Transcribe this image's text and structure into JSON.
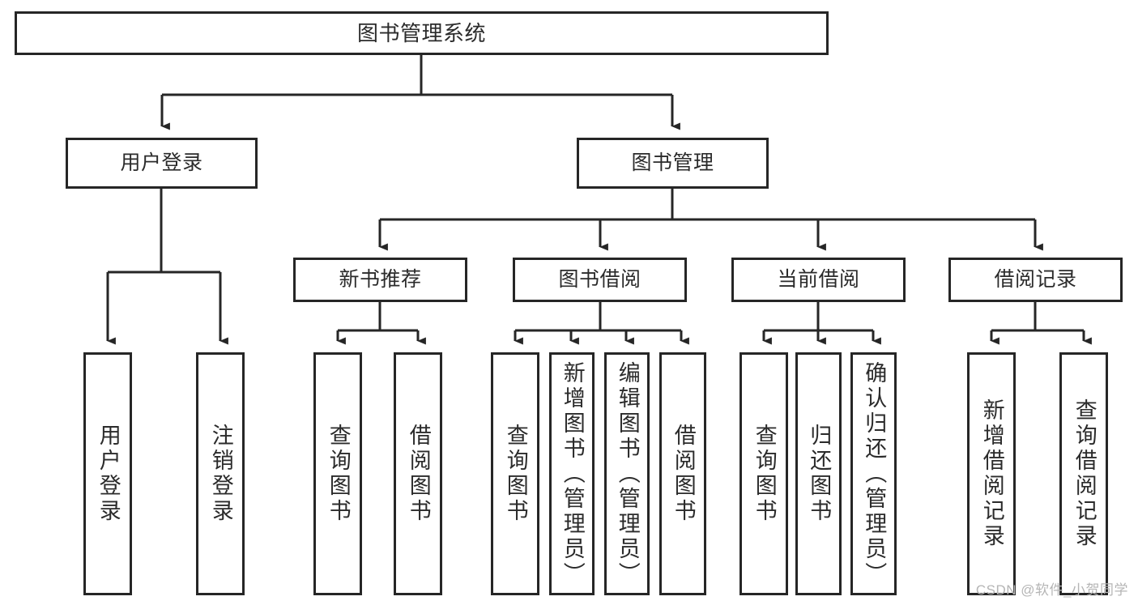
{
  "diagram": {
    "title": "图书管理系统",
    "type": "tree-hierarchy",
    "colors": {
      "box_border": "#262626",
      "box_fill": "#ffffff",
      "text": "#2b2b2b",
      "edge": "#262626",
      "watermark": "#b5b5b5"
    },
    "nodes": {
      "root": {
        "label": "图书管理系统"
      },
      "level2": [
        {
          "id": "user-login",
          "label": "用户登录"
        },
        {
          "id": "book-management",
          "label": "图书管理"
        }
      ],
      "level3": [
        {
          "id": "new-book-recommend",
          "label": "新书推荐"
        },
        {
          "id": "book-borrow",
          "label": "图书借阅"
        },
        {
          "id": "current-borrow",
          "label": "当前借阅"
        },
        {
          "id": "borrow-record",
          "label": "借阅记录"
        }
      ],
      "leaves": [
        {
          "id": "leaf-user-login",
          "label": "用户登录"
        },
        {
          "id": "leaf-logout-login",
          "label": "注销登录"
        },
        {
          "id": "leaf-query-book-1",
          "label": "查询图书"
        },
        {
          "id": "leaf-borrow-book-1",
          "label": "借阅图书"
        },
        {
          "id": "leaf-query-book-2",
          "label": "查询图书"
        },
        {
          "id": "leaf-add-book",
          "label": "新增图书（管理员）"
        },
        {
          "id": "leaf-edit-book",
          "label": "编辑图书（管理员）"
        },
        {
          "id": "leaf-borrow-book-2",
          "label": "借阅图书"
        },
        {
          "id": "leaf-query-book-3",
          "label": "查询图书"
        },
        {
          "id": "leaf-return-book",
          "label": "归还图书"
        },
        {
          "id": "leaf-confirm-return",
          "label": "确认归还（管理员）"
        },
        {
          "id": "leaf-add-borrow-record",
          "label": "新增借阅记录"
        },
        {
          "id": "leaf-query-borrow-record",
          "label": "查询借阅记录"
        }
      ]
    }
  },
  "watermark": {
    "text": "CSDN @软件_小贺同学"
  }
}
